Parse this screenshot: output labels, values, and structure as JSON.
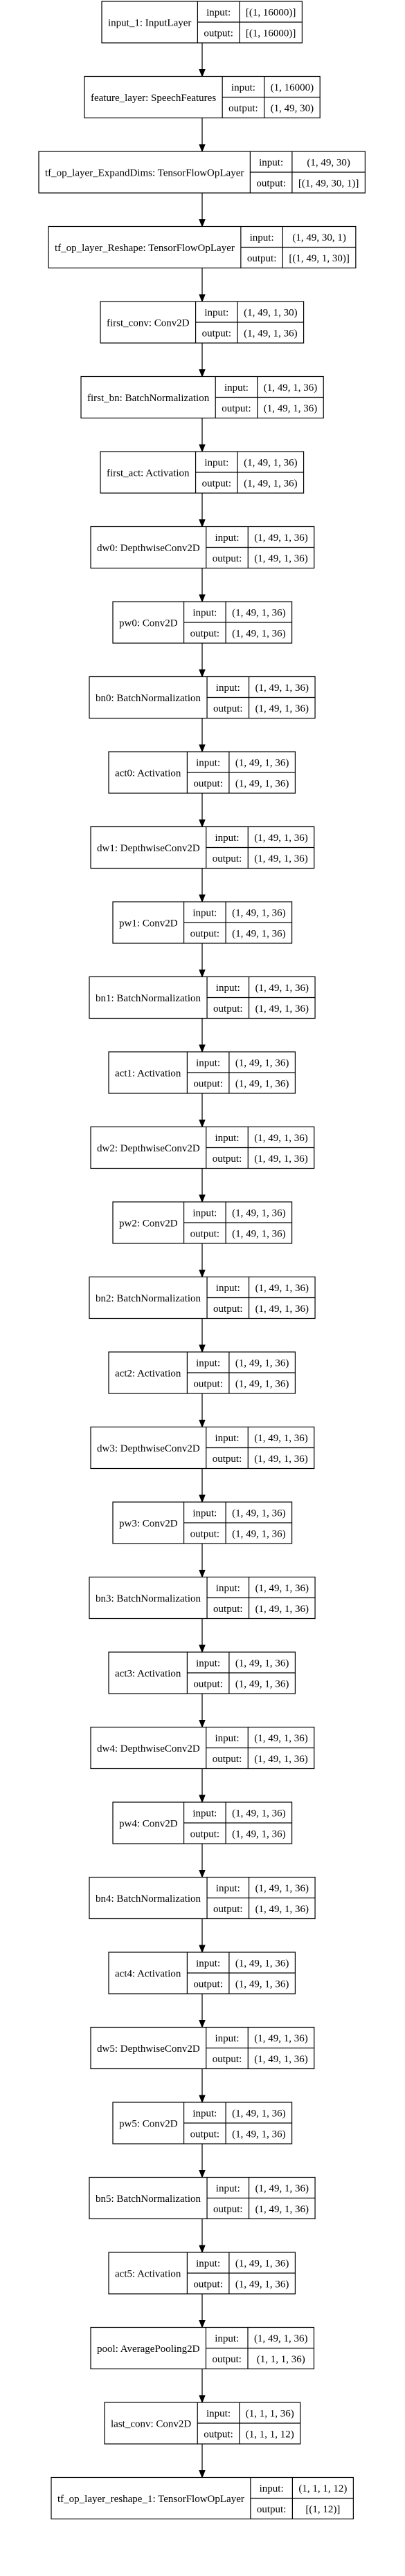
{
  "diagram": {
    "type": "keras-model-plot",
    "io_labels": {
      "input": "input:",
      "output": "output:"
    },
    "layers": [
      {
        "name": "input_1: InputLayer",
        "input": "[(1, 16000)]",
        "output": "[(1, 16000)]"
      },
      {
        "name": "feature_layer: SpeechFeatures",
        "input": "(1, 16000)",
        "output": "(1, 49, 30)"
      },
      {
        "name": "tf_op_layer_ExpandDims: TensorFlowOpLayer",
        "input": "(1, 49, 30)",
        "output": "[(1, 49, 30, 1)]"
      },
      {
        "name": "tf_op_layer_Reshape: TensorFlowOpLayer",
        "input": "(1, 49, 30, 1)",
        "output": "[(1, 49, 1, 30)]"
      },
      {
        "name": "first_conv: Conv2D",
        "input": "(1, 49, 1, 30)",
        "output": "(1, 49, 1, 36)"
      },
      {
        "name": "first_bn: BatchNormalization",
        "input": "(1, 49, 1, 36)",
        "output": "(1, 49, 1, 36)"
      },
      {
        "name": "first_act: Activation",
        "input": "(1, 49, 1, 36)",
        "output": "(1, 49, 1, 36)"
      },
      {
        "name": "dw0: DepthwiseConv2D",
        "input": "(1, 49, 1, 36)",
        "output": "(1, 49, 1, 36)"
      },
      {
        "name": "pw0: Conv2D",
        "input": "(1, 49, 1, 36)",
        "output": "(1, 49, 1, 36)"
      },
      {
        "name": "bn0: BatchNormalization",
        "input": "(1, 49, 1, 36)",
        "output": "(1, 49, 1, 36)"
      },
      {
        "name": "act0: Activation",
        "input": "(1, 49, 1, 36)",
        "output": "(1, 49, 1, 36)"
      },
      {
        "name": "dw1: DepthwiseConv2D",
        "input": "(1, 49, 1, 36)",
        "output": "(1, 49, 1, 36)"
      },
      {
        "name": "pw1: Conv2D",
        "input": "(1, 49, 1, 36)",
        "output": "(1, 49, 1, 36)"
      },
      {
        "name": "bn1: BatchNormalization",
        "input": "(1, 49, 1, 36)",
        "output": "(1, 49, 1, 36)"
      },
      {
        "name": "act1: Activation",
        "input": "(1, 49, 1, 36)",
        "output": "(1, 49, 1, 36)"
      },
      {
        "name": "dw2: DepthwiseConv2D",
        "input": "(1, 49, 1, 36)",
        "output": "(1, 49, 1, 36)"
      },
      {
        "name": "pw2: Conv2D",
        "input": "(1, 49, 1, 36)",
        "output": "(1, 49, 1, 36)"
      },
      {
        "name": "bn2: BatchNormalization",
        "input": "(1, 49, 1, 36)",
        "output": "(1, 49, 1, 36)"
      },
      {
        "name": "act2: Activation",
        "input": "(1, 49, 1, 36)",
        "output": "(1, 49, 1, 36)"
      },
      {
        "name": "dw3: DepthwiseConv2D",
        "input": "(1, 49, 1, 36)",
        "output": "(1, 49, 1, 36)"
      },
      {
        "name": "pw3: Conv2D",
        "input": "(1, 49, 1, 36)",
        "output": "(1, 49, 1, 36)"
      },
      {
        "name": "bn3: BatchNormalization",
        "input": "(1, 49, 1, 36)",
        "output": "(1, 49, 1, 36)"
      },
      {
        "name": "act3: Activation",
        "input": "(1, 49, 1, 36)",
        "output": "(1, 49, 1, 36)"
      },
      {
        "name": "dw4: DepthwiseConv2D",
        "input": "(1, 49, 1, 36)",
        "output": "(1, 49, 1, 36)"
      },
      {
        "name": "pw4: Conv2D",
        "input": "(1, 49, 1, 36)",
        "output": "(1, 49, 1, 36)"
      },
      {
        "name": "bn4: BatchNormalization",
        "input": "(1, 49, 1, 36)",
        "output": "(1, 49, 1, 36)"
      },
      {
        "name": "act4: Activation",
        "input": "(1, 49, 1, 36)",
        "output": "(1, 49, 1, 36)"
      },
      {
        "name": "dw5: DepthwiseConv2D",
        "input": "(1, 49, 1, 36)",
        "output": "(1, 49, 1, 36)"
      },
      {
        "name": "pw5: Conv2D",
        "input": "(1, 49, 1, 36)",
        "output": "(1, 49, 1, 36)"
      },
      {
        "name": "bn5: BatchNormalization",
        "input": "(1, 49, 1, 36)",
        "output": "(1, 49, 1, 36)"
      },
      {
        "name": "act5: Activation",
        "input": "(1, 49, 1, 36)",
        "output": "(1, 49, 1, 36)"
      },
      {
        "name": "pool: AveragePooling2D",
        "input": "(1, 49, 1, 36)",
        "output": "(1, 1, 1, 36)"
      },
      {
        "name": "last_conv: Conv2D",
        "input": "(1, 1, 1, 36)",
        "output": "(1, 1, 1, 12)"
      },
      {
        "name": "tf_op_layer_reshape_1: TensorFlowOpLayer",
        "input": "(1, 1, 1, 12)",
        "output": "[(1, 12)]"
      }
    ]
  }
}
